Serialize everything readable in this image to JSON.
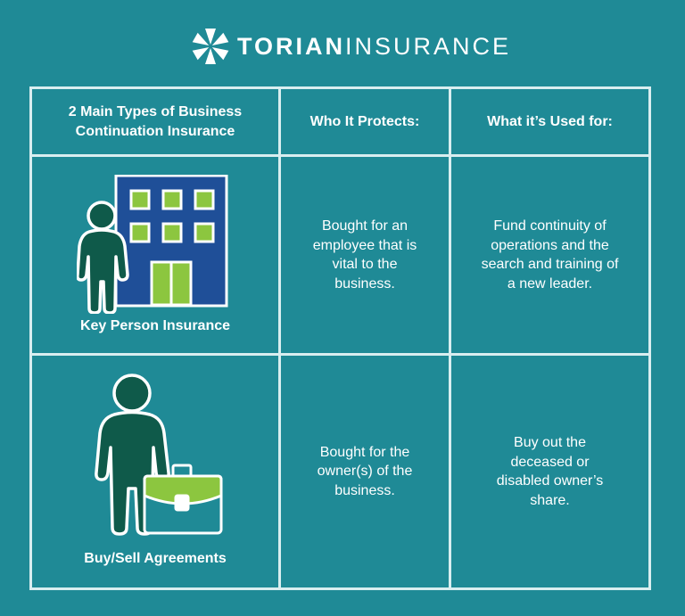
{
  "logo": {
    "icon": "asterisk-hexagon-icon",
    "brand_bold": "TORIAN",
    "brand_light": "INSURANCE"
  },
  "colors": {
    "background": "#1f8a96",
    "grid_line": "#d9eef0",
    "figure": "#0f5a4a",
    "building": "#1f4f98",
    "accent_green": "#8cc63f",
    "text": "#ffffff"
  },
  "table": {
    "headers": [
      "2 Main Types of Business Continuation Insurance",
      "Who It Protects:",
      "What it’s Used for:"
    ],
    "rows": [
      {
        "type": "Key Person Insurance",
        "illustration": "person-with-building-icon",
        "who": "Bought for an employee that is vital to the business.",
        "used_for": "Fund continuity of operations and the search and training of a new leader."
      },
      {
        "type": "Buy/Sell Agreements",
        "illustration": "person-with-briefcase-icon",
        "who": "Bought for the owner(s) of the business.",
        "used_for": "Buy out the deceased or disabled owner’s share."
      }
    ]
  }
}
